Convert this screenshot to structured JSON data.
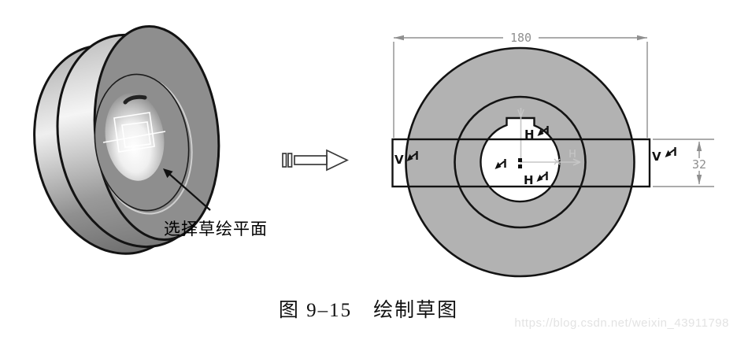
{
  "figure": {
    "caption": "图 9–15　绘制草图",
    "watermark": "https://blog.csdn.net/weixin_43911798"
  },
  "model3d": {
    "callout_label": "选择草绘平面",
    "icons": {
      "callout_arrow": "solid-up-left-arrow",
      "sketch_plane_highlight": "white-wireframe-rectangles"
    }
  },
  "transform_arrow_icon": "hollow-right-arrow-with-bars",
  "sketch": {
    "width_dim": {
      "value": "180"
    },
    "height_dim": {
      "value": "32"
    },
    "axes": {
      "h": "H",
      "v": "V"
    },
    "constraints": [
      {
        "id": "left-segment",
        "label": "V"
      },
      {
        "id": "right-segment",
        "label": "V"
      },
      {
        "id": "top-segment",
        "label": "H"
      },
      {
        "id": "bottom-segment",
        "label": "H"
      }
    ]
  },
  "colors": {
    "part_fill_gray": "#b2b2b2",
    "model_face_gray": "#8e8e8e",
    "outline_black": "#131313",
    "dimension_gray": "#8f8f8f",
    "axis_silver": "#c6c6c6",
    "watermark_gray": "#e3e3e3"
  }
}
